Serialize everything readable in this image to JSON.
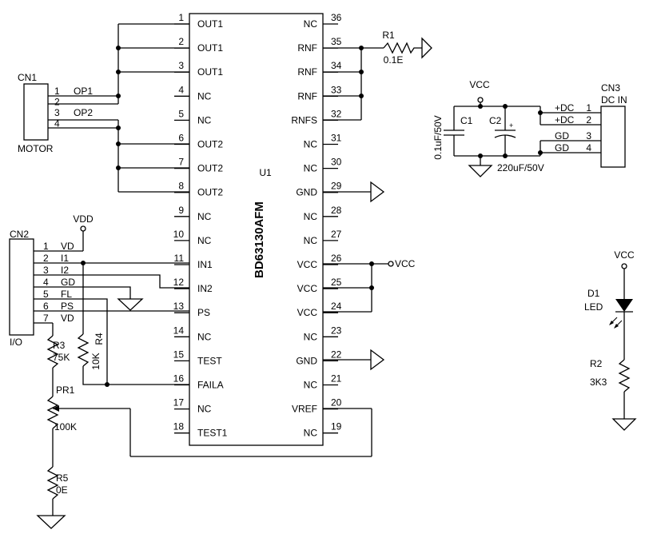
{
  "ic": {
    "ref": "U1",
    "part": "BD63130AFM",
    "pins_left": [
      {
        "num": "1",
        "name": "OUT1"
      },
      {
        "num": "2",
        "name": "OUT1"
      },
      {
        "num": "3",
        "name": "OUT1"
      },
      {
        "num": "4",
        "name": "NC"
      },
      {
        "num": "5",
        "name": "NC"
      },
      {
        "num": "6",
        "name": "OUT2"
      },
      {
        "num": "7",
        "name": "OUT2"
      },
      {
        "num": "8",
        "name": "OUT2"
      },
      {
        "num": "9",
        "name": "NC"
      },
      {
        "num": "10",
        "name": "NC"
      },
      {
        "num": "11",
        "name": "IN1"
      },
      {
        "num": "12",
        "name": "IN2"
      },
      {
        "num": "13",
        "name": "PS"
      },
      {
        "num": "14",
        "name": "NC"
      },
      {
        "num": "15",
        "name": "TEST"
      },
      {
        "num": "16",
        "name": "FAILA"
      },
      {
        "num": "17",
        "name": "NC"
      },
      {
        "num": "18",
        "name": "TEST1"
      }
    ],
    "pins_right": [
      {
        "num": "36",
        "name": "NC"
      },
      {
        "num": "35",
        "name": "RNF"
      },
      {
        "num": "34",
        "name": "RNF"
      },
      {
        "num": "33",
        "name": "RNF"
      },
      {
        "num": "32",
        "name": "RNFS"
      },
      {
        "num": "31",
        "name": "NC"
      },
      {
        "num": "30",
        "name": "NC"
      },
      {
        "num": "29",
        "name": "GND"
      },
      {
        "num": "28",
        "name": "NC"
      },
      {
        "num": "27",
        "name": "NC"
      },
      {
        "num": "26",
        "name": "VCC"
      },
      {
        "num": "25",
        "name": "VCC"
      },
      {
        "num": "24",
        "name": "VCC"
      },
      {
        "num": "23",
        "name": "NC"
      },
      {
        "num": "22",
        "name": "GND"
      },
      {
        "num": "21",
        "name": "NC"
      },
      {
        "num": "20",
        "name": "VREF"
      },
      {
        "num": "19",
        "name": "NC"
      }
    ]
  },
  "cn1": {
    "ref": "CN1",
    "name": "MOTOR",
    "pins": [
      {
        "num": "1",
        "sig": "OP1"
      },
      {
        "num": "2",
        "sig": ""
      },
      {
        "num": "3",
        "sig": "OP2"
      },
      {
        "num": "4",
        "sig": ""
      }
    ]
  },
  "cn2": {
    "ref": "CN2",
    "name": "I/O",
    "pins": [
      {
        "num": "1",
        "sig": "VD"
      },
      {
        "num": "2",
        "sig": "I1"
      },
      {
        "num": "3",
        "sig": "I2"
      },
      {
        "num": "4",
        "sig": "GD"
      },
      {
        "num": "5",
        "sig": "FL"
      },
      {
        "num": "6",
        "sig": "PS"
      },
      {
        "num": "7",
        "sig": "VD"
      }
    ]
  },
  "cn3": {
    "ref": "CN3",
    "name": "DC IN",
    "pins": [
      {
        "num": "1",
        "sig": "+DC"
      },
      {
        "num": "2",
        "sig": "+DC"
      },
      {
        "num": "3",
        "sig": "GD"
      },
      {
        "num": "4",
        "sig": "GD"
      }
    ]
  },
  "parts": {
    "r1": {
      "ref": "R1",
      "value": "0.1E"
    },
    "r2": {
      "ref": "R2",
      "value": "3K3"
    },
    "r3": {
      "ref": "R3",
      "value": "75K"
    },
    "r4": {
      "ref": "R4",
      "value": "10K"
    },
    "r5": {
      "ref": "R5",
      "value": "0E"
    },
    "pr1": {
      "ref": "PR1",
      "value": "100K"
    },
    "c1": {
      "ref": "C1",
      "value": "0.1uF/50V"
    },
    "c2": {
      "ref": "C2",
      "value": "220uF/50V",
      "polarity": "+"
    },
    "d1": {
      "ref": "D1",
      "value": "LED"
    }
  },
  "nets": {
    "vdd": "VDD",
    "vcc": "VCC"
  }
}
